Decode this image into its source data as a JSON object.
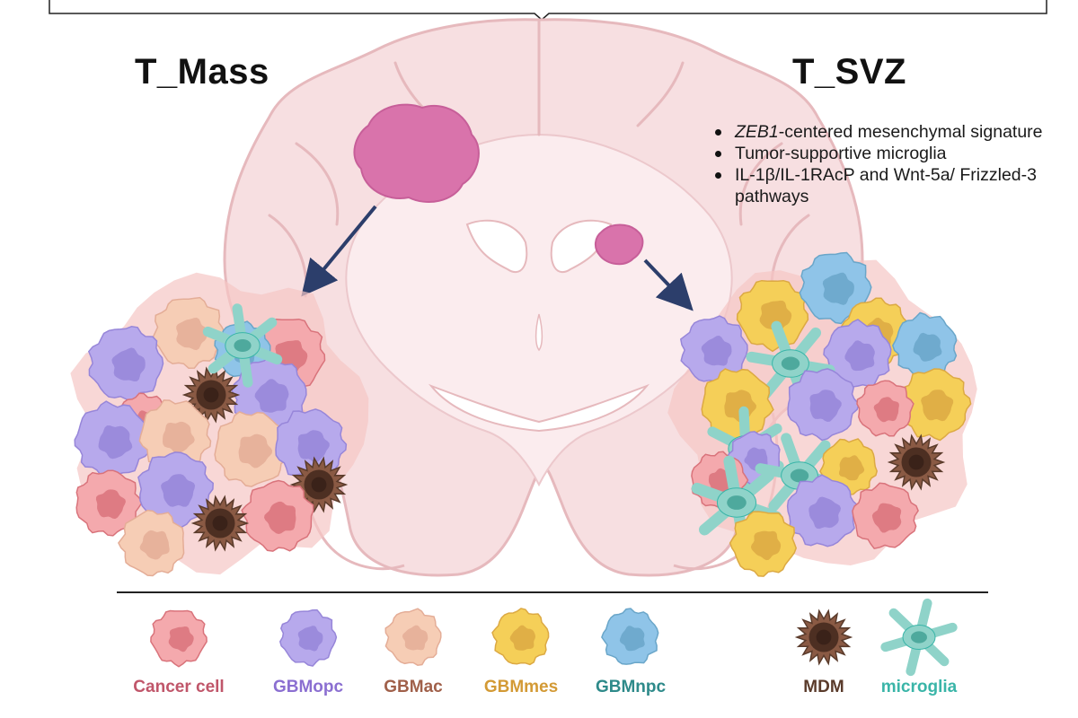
{
  "panels": {
    "left": {
      "title": "T_Mass"
    },
    "right": {
      "title": "T_SVZ",
      "bullets": [
        {
          "em": "ZEB1",
          "text": "-centered mesenchymal signature"
        },
        {
          "em": "",
          "text": "Tumor-supportive microglia"
        },
        {
          "em": "",
          "text": "IL-1β/IL-1RAcP and Wnt-5a/ Frizzled-3 pathways"
        }
      ]
    }
  },
  "legend": [
    {
      "label": "Cancer cell",
      "color": "#c0566a",
      "fill": "#f4a9ad",
      "nucleus": "#d9737b",
      "shape": "round"
    },
    {
      "label": "GBMopc",
      "color": "#8b6fd1",
      "fill": "#b7a9ec",
      "nucleus": "#9786d9",
      "shape": "round"
    },
    {
      "label": "GBMac",
      "color": "#a0604a",
      "fill": "#f6cdb5",
      "nucleus": "#e4ad97",
      "shape": "round"
    },
    {
      "label": "GBMmes",
      "color": "#d39a35",
      "fill": "#f5cf58",
      "nucleus": "#dca943",
      "shape": "round"
    },
    {
      "label": "GBMnpc",
      "color": "#2e8a8a",
      "fill": "#8fc4e8",
      "nucleus": "#6aa6c9",
      "shape": "round"
    },
    {
      "label": "MDM",
      "color": "#5a3b2b",
      "fill": "#8a5a44",
      "nucleus": "#4d2f22",
      "shape": "spiky"
    },
    {
      "label": "microglia",
      "color": "#3ab5a8",
      "fill": "#8fd3c9",
      "nucleus": "#4ea99d",
      "shape": "star"
    }
  ],
  "colors": {
    "brain": "#f7dfe1",
    "brain_stroke": "#e6b9bd",
    "tumor": "#d973ab",
    "arrow": "#2c3e6b"
  }
}
